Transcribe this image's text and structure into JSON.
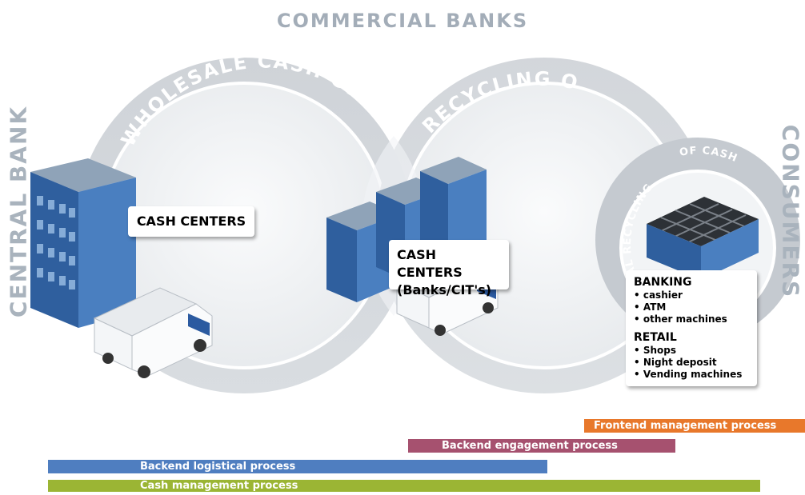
{
  "top_label": "COMMERCIAL BANKS",
  "left_label": "CENTRAL BANK",
  "right_label": "CONSUMERS",
  "ring_labels": {
    "wholesale": "WHOLESALE CASH CYCLE",
    "recycling": "RECYCLING OF CASH",
    "local_left": "LOCAL RECYCLING",
    "local_right": "OF CASH"
  },
  "boxes": {
    "cash_centers_left": "CASH CENTERS",
    "cash_centers_mid_line1": "CASH CENTERS",
    "cash_centers_mid_line2": "(Banks/CIT's)"
  },
  "consumer_box": {
    "banking_title": "BANKING",
    "banking_items": [
      "• cashier",
      "• ATM",
      "• other machines"
    ],
    "retail_title": "RETAIL",
    "retail_items": [
      "• Shops",
      "• Night deposit",
      "• Vending machines"
    ]
  },
  "process_bars": [
    {
      "label": "Frontend management process",
      "color": "#e8782b"
    },
    {
      "label": "Backend engagement process",
      "color": "#a6516f"
    },
    {
      "label": "Backend logistical process",
      "color": "#4f7ec0"
    },
    {
      "label": "Cash management process",
      "color": "#9bb534"
    }
  ],
  "colors": {
    "ring": "#c9cdd2",
    "ring_inner": "#eef0f2",
    "side_label": "#a9b3bd",
    "building": "#3d6db0"
  }
}
